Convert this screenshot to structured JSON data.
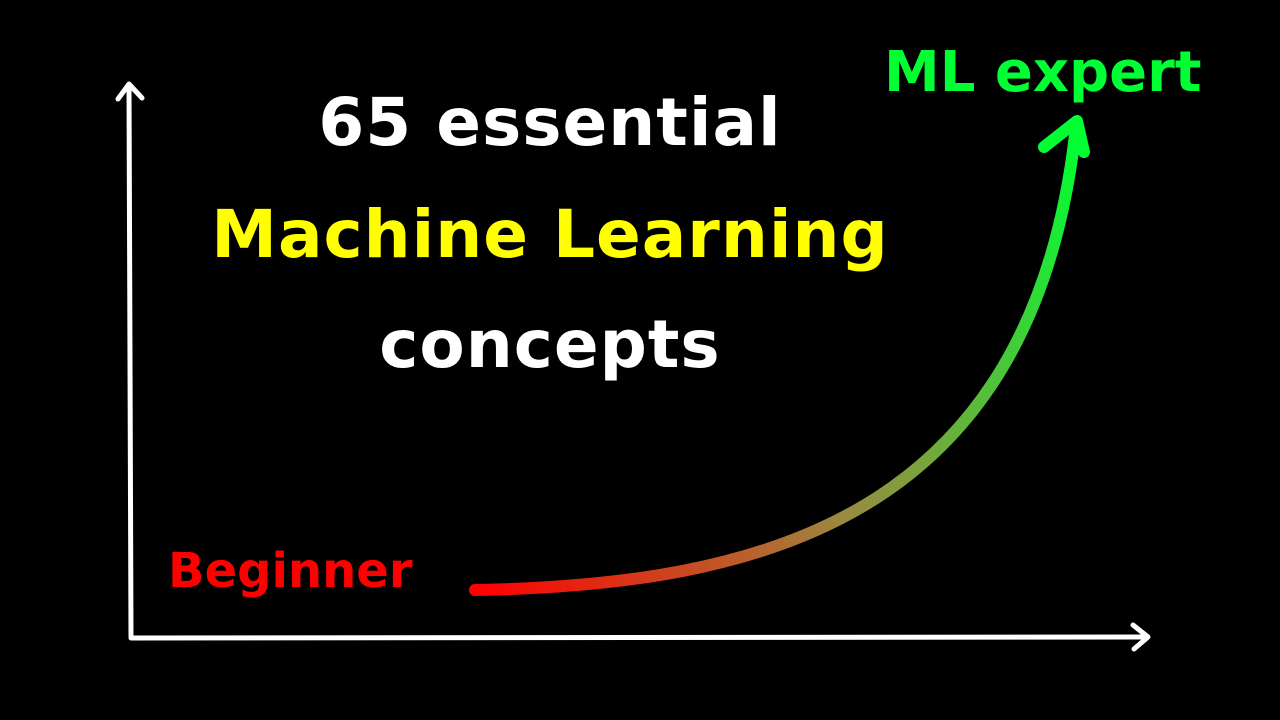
{
  "title": {
    "line1": "65 essential",
    "line2": "Machine Learning",
    "line3": "concepts"
  },
  "labels": {
    "start": "Beginner",
    "end": "ML expert"
  },
  "colors": {
    "background": "#000000",
    "title_primary": "#ffffff",
    "title_highlight": "#ffff00",
    "start": "#ff0000",
    "end": "#00ff33",
    "axes": "#ffffff"
  }
}
